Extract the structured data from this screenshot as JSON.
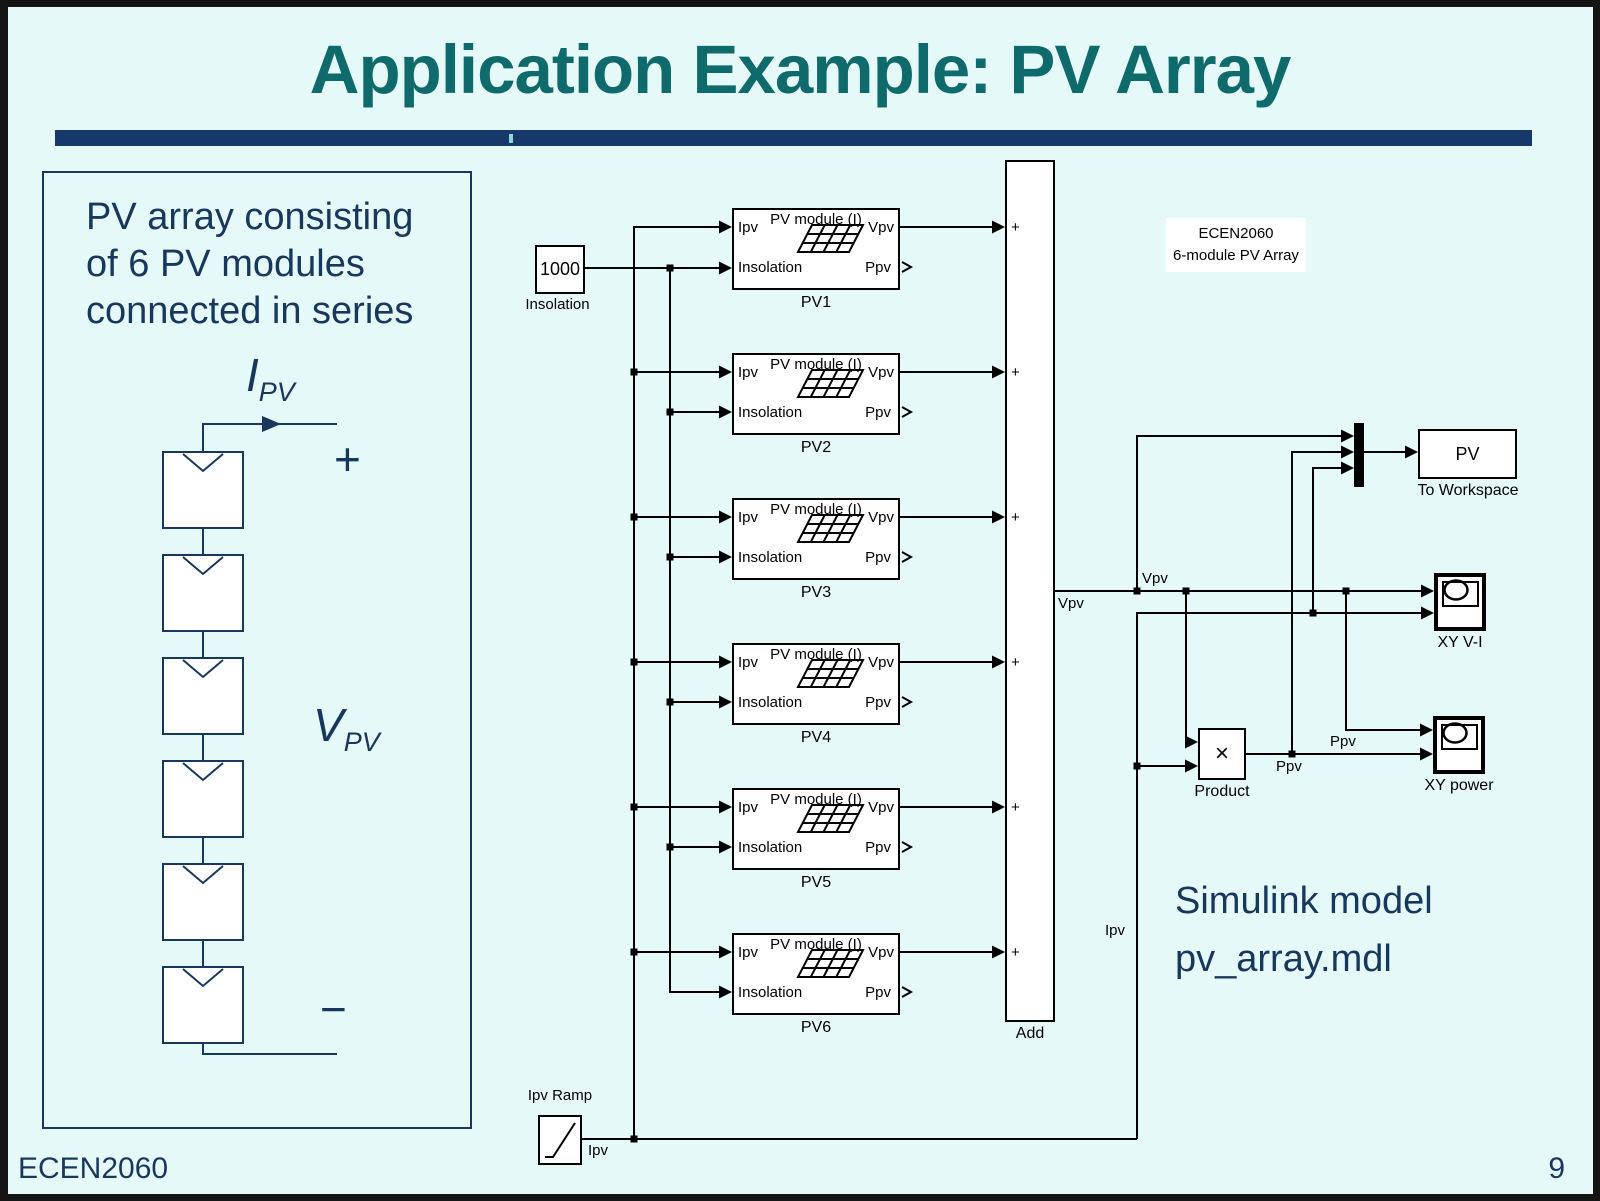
{
  "header": {
    "title": "Application Example: PV Array"
  },
  "footer": {
    "course": "ECEN2060",
    "page_number": "9"
  },
  "note_box": {
    "line1": "PV array consisting",
    "line2": "of 6 PV modules",
    "line3": "connected in series",
    "current_symbol": "I",
    "current_subscript": "PV",
    "voltage_symbol": "V",
    "voltage_subscript": "PV",
    "plus_sign": "+",
    "minus_sign": "−"
  },
  "annotation": {
    "line1": "ECEN2060",
    "line2": "6-module PV Array"
  },
  "model_caption": {
    "line1": "Simulink model",
    "line2": "pv_array.mdl"
  },
  "diagram": {
    "insolation_source": {
      "value": "1000",
      "label": "Insolation"
    },
    "ramp_source": {
      "label": "Ipv Ramp",
      "output_signal": "Ipv"
    },
    "pv_block": {
      "title": "PV module (I)",
      "ports": {
        "in1": "Ipv",
        "in2": "Insolation",
        "out1": "Vpv",
        "out2": "Ppv"
      }
    },
    "pv_modules": [
      {
        "name": "PV1"
      },
      {
        "name": "PV2"
      },
      {
        "name": "PV3"
      },
      {
        "name": "PV4"
      },
      {
        "name": "PV5"
      },
      {
        "name": "PV6"
      }
    ],
    "add_block": {
      "label": "Add",
      "port_sign": "+"
    },
    "product_block": {
      "label": "Product",
      "symbol": "×"
    },
    "workspace_block": {
      "variable": "PV",
      "label": "To Workspace"
    },
    "scope_vi": {
      "label": "XY V-I"
    },
    "scope_power": {
      "label": "XY power"
    },
    "signal_labels": {
      "vpv_above": "Vpv",
      "vpv_below": "Vpv",
      "ipv_line": "Ipv",
      "ppv_above": "Ppv",
      "ppv_below": "Ppv"
    }
  },
  "colors": {
    "background": "#e6f9f9",
    "title_teal": "#0f6b6b",
    "navy": "#17375c",
    "divider_navy": "#17386a",
    "diagram_black": "#000000"
  }
}
